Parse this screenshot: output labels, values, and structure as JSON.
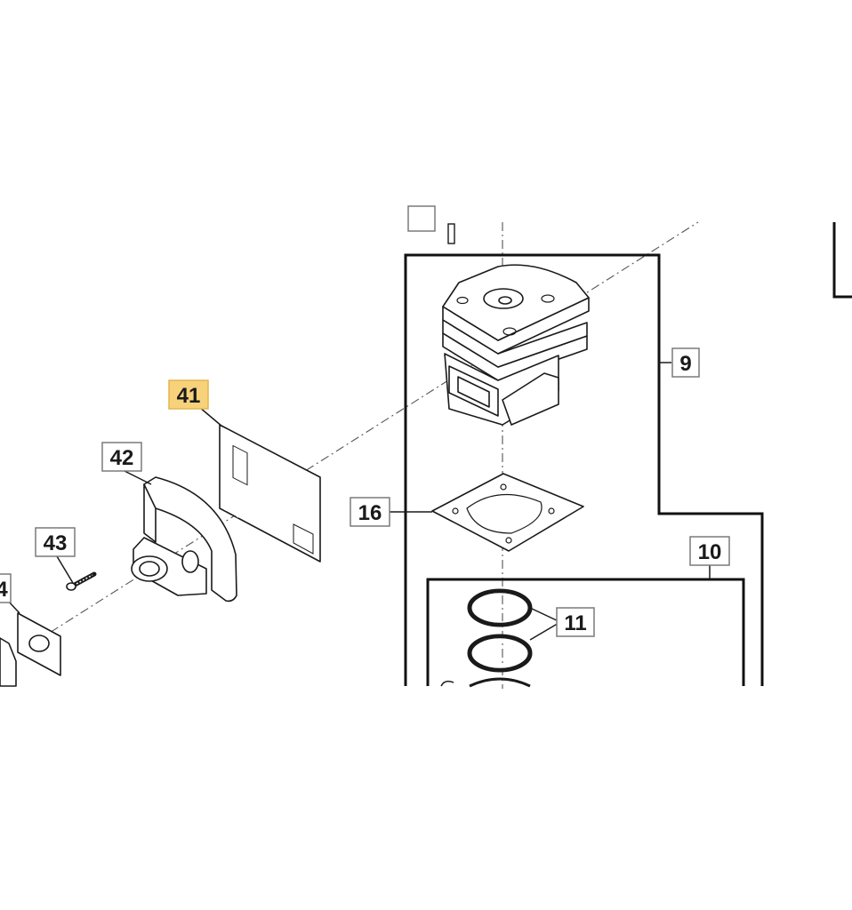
{
  "diagram": {
    "callouts": {
      "c41": "41",
      "c42": "42",
      "c43": "43",
      "c16": "16",
      "c9": "9",
      "c10": "10",
      "c11": "11",
      "c4_partial": "4"
    },
    "colors": {
      "highlight_part": "#e8141b",
      "highlight_label": "#f7d27a",
      "line": "#1a1a1a"
    }
  }
}
